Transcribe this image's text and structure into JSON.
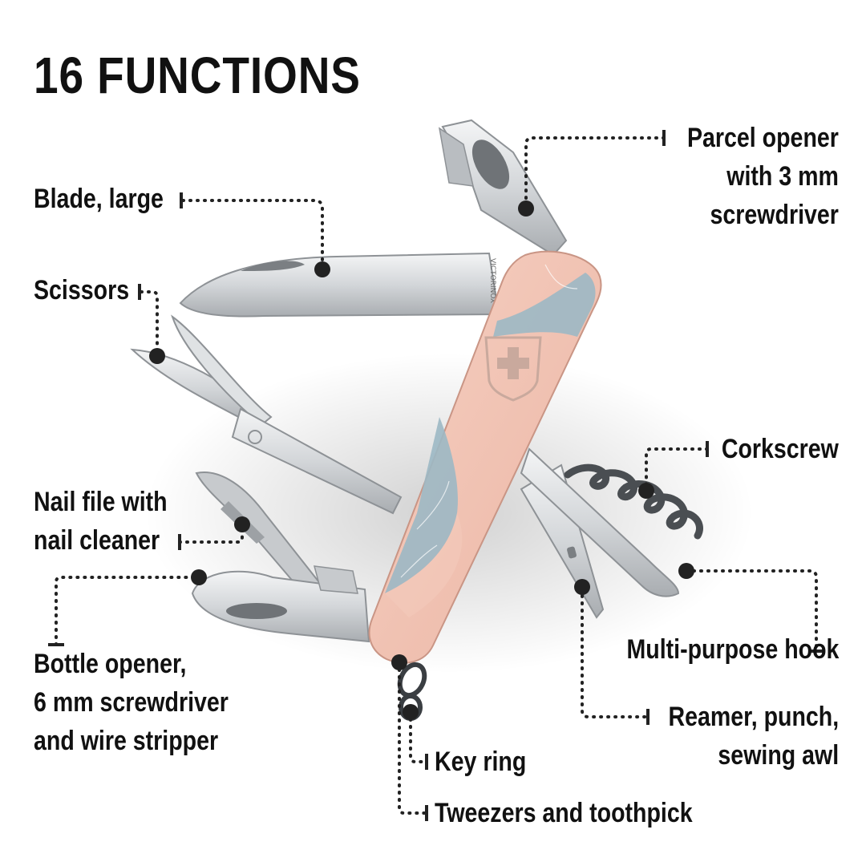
{
  "title": "16 FUNCTIONS",
  "labels": {
    "blade_large": "Blade, large",
    "scissors": "Scissors",
    "nail_file": [
      "Nail file with",
      "nail cleaner"
    ],
    "bottle_opener": [
      "Bottle opener,",
      "6 mm screwdriver",
      "and wire stripper"
    ],
    "parcel_opener": [
      "Parcel opener",
      "with 3 mm",
      "screwdriver"
    ],
    "corkscrew": "Corkscrew",
    "multi_purpose_hook": "Multi-purpose hook",
    "reamer": [
      "Reamer, punch,",
      "sewing awl"
    ],
    "key_ring": "Key ring",
    "tweezers": "Tweezers and toothpick"
  },
  "colors": {
    "handle_pink": "#f2c2b2",
    "handle_blue": "#9cb8c4",
    "steel": "#d7dadd",
    "leader": "#222222"
  }
}
